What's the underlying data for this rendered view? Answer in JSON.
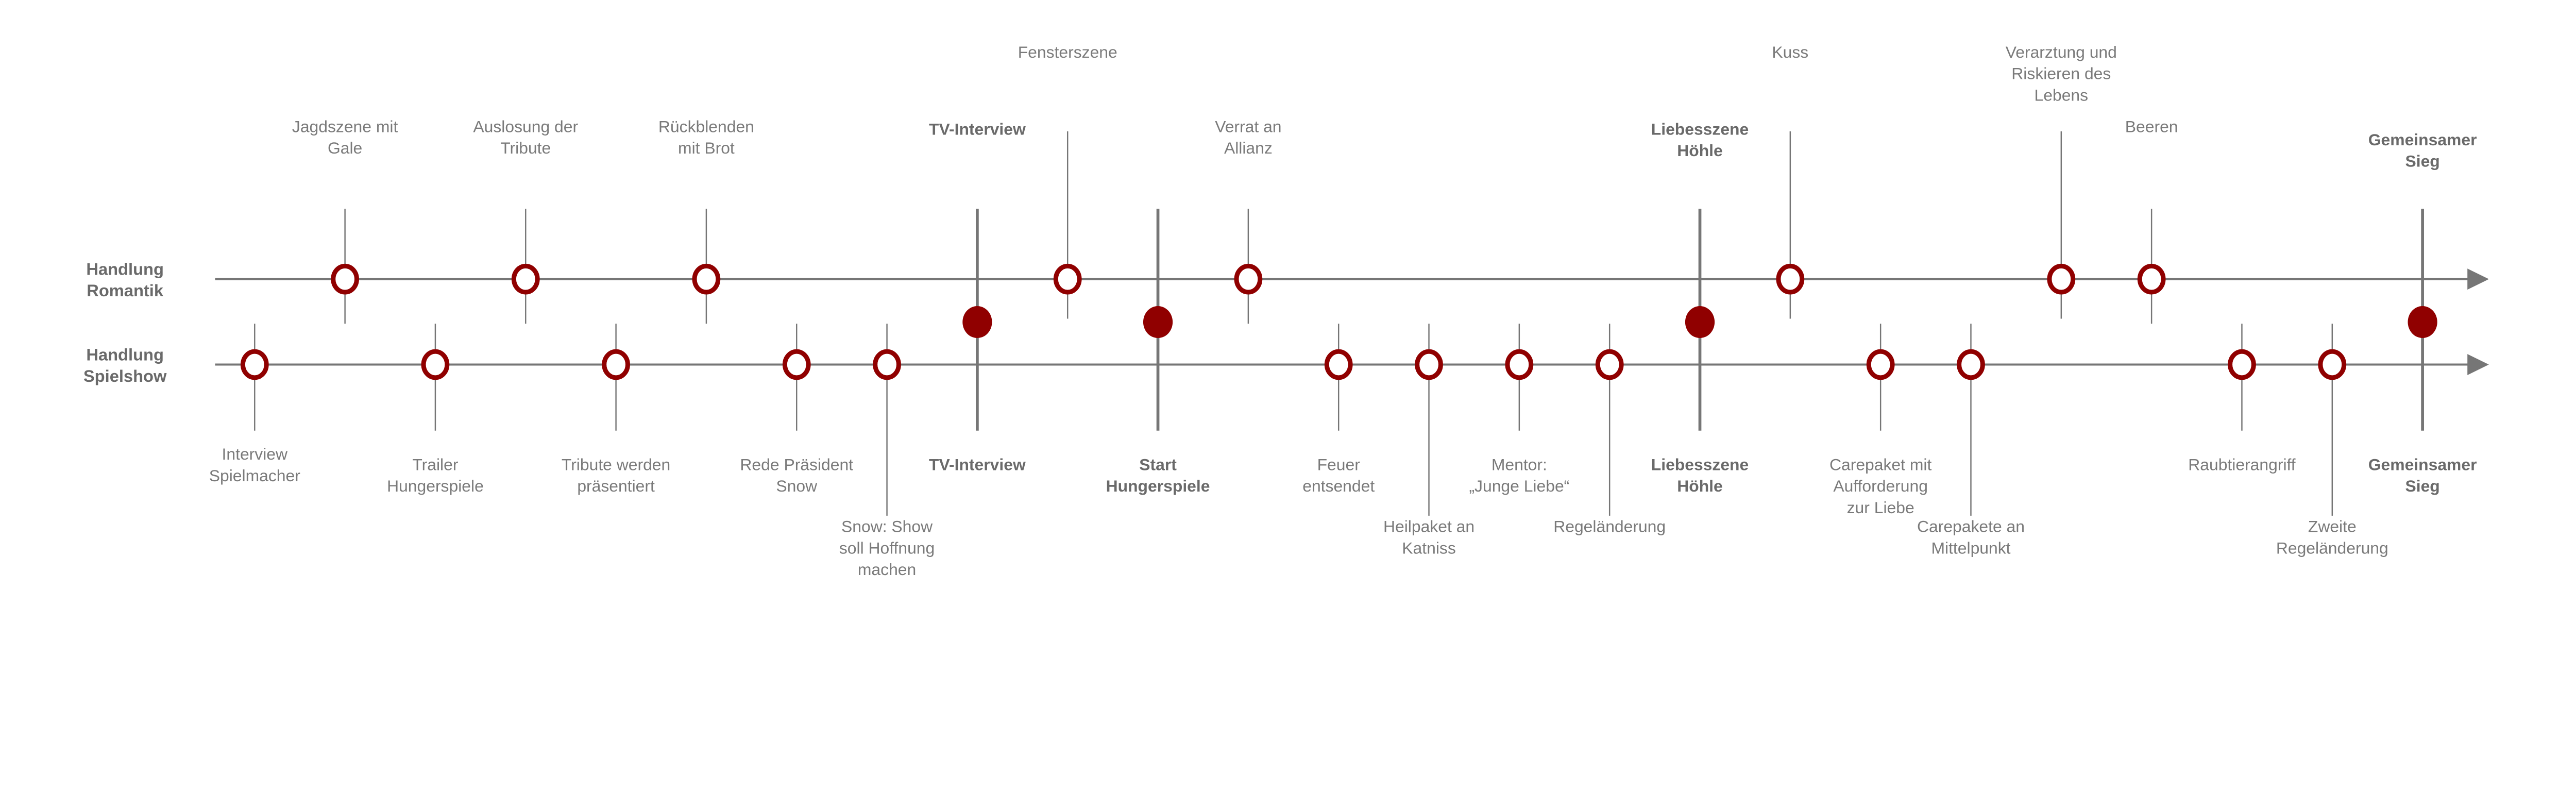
{
  "colors": {
    "accent": "#900000",
    "line": "#767676",
    "text": "#7a7a7a"
  },
  "tracks": {
    "romance": {
      "label": [
        "Handlung",
        "Romantik"
      ]
    },
    "show": {
      "label": [
        "Handlung",
        "Spielshow"
      ]
    }
  },
  "events": [
    {
      "slot": 0,
      "track": "show",
      "far": false,
      "label": [
        "Interview",
        "Spielmacher"
      ]
    },
    {
      "slot": 1,
      "track": "romance",
      "far": false,
      "label": [
        "Jagdszene mit",
        "Gale"
      ]
    },
    {
      "slot": 2,
      "track": "show",
      "far": false,
      "label": [
        "Trailer",
        "Hungerspiele"
      ]
    },
    {
      "slot": 3,
      "track": "romance",
      "far": false,
      "label": [
        "Auslosung der",
        "Tribute"
      ]
    },
    {
      "slot": 4,
      "track": "show",
      "far": false,
      "label": [
        "Tribute werden",
        "präsentiert"
      ]
    },
    {
      "slot": 5,
      "track": "romance",
      "far": false,
      "label": [
        "Rückblenden",
        "mit Brot"
      ]
    },
    {
      "slot": 6,
      "track": "show",
      "far": false,
      "label": [
        "Rede Präsident",
        "Snow"
      ]
    },
    {
      "slot": 7,
      "track": "show",
      "far": true,
      "label": [
        "Snow: Show",
        "soll Hoffnung",
        "machen"
      ]
    },
    {
      "slot": 8,
      "track": "both",
      "far": false,
      "label_top": [
        "TV-Interview"
      ],
      "label": [
        "TV-Interview"
      ]
    },
    {
      "slot": 9,
      "track": "romance",
      "far": true,
      "label": [
        "Fensterszene"
      ]
    },
    {
      "slot": 10,
      "track": "both",
      "far": false,
      "label": [
        "Start",
        "Hungerspiele"
      ]
    },
    {
      "slot": 11,
      "track": "romance",
      "far": false,
      "label": [
        "Verrat an",
        "Allianz"
      ]
    },
    {
      "slot": 12,
      "track": "show",
      "far": false,
      "label": [
        "Feuer",
        "entsendet"
      ]
    },
    {
      "slot": 13,
      "track": "show",
      "far": true,
      "label": [
        "Heilpaket an",
        "Katniss"
      ]
    },
    {
      "slot": 14,
      "track": "show",
      "far": false,
      "label": [
        "Mentor:",
        "„Junge Liebe“"
      ]
    },
    {
      "slot": 15,
      "track": "show",
      "far": true,
      "label": [
        "Regeländerung"
      ]
    },
    {
      "slot": 16,
      "track": "both",
      "far": false,
      "label_top": [
        "Liebesszene",
        "Höhle"
      ],
      "label": [
        "Liebesszene",
        "Höhle"
      ]
    },
    {
      "slot": 17,
      "track": "romance",
      "far": true,
      "label": [
        "Kuss"
      ]
    },
    {
      "slot": 18,
      "track": "show",
      "far": false,
      "label": [
        "Carepaket mit",
        "Aufforderung",
        "zur Liebe"
      ]
    },
    {
      "slot": 19,
      "track": "show",
      "far": true,
      "label": [
        "Carepakete an",
        "Mittelpunkt"
      ]
    },
    {
      "slot": 20,
      "track": "romance",
      "far": true,
      "label": [
        "Verarztung und",
        "Riskieren des",
        "Lebens"
      ]
    },
    {
      "slot": 21,
      "track": "romance",
      "far": false,
      "label": [
        "Beeren"
      ]
    },
    {
      "slot": 22,
      "track": "show",
      "far": false,
      "label": [
        "Raubtierangriff"
      ]
    },
    {
      "slot": 23,
      "track": "show",
      "far": true,
      "label": [
        "Zweite",
        "Regeländerung"
      ]
    },
    {
      "slot": 24,
      "track": "both",
      "far": false,
      "label_top": [
        "Gemeinsamer",
        "Sieg"
      ],
      "label": [
        "Gemeinsamer",
        "Sieg"
      ]
    }
  ]
}
